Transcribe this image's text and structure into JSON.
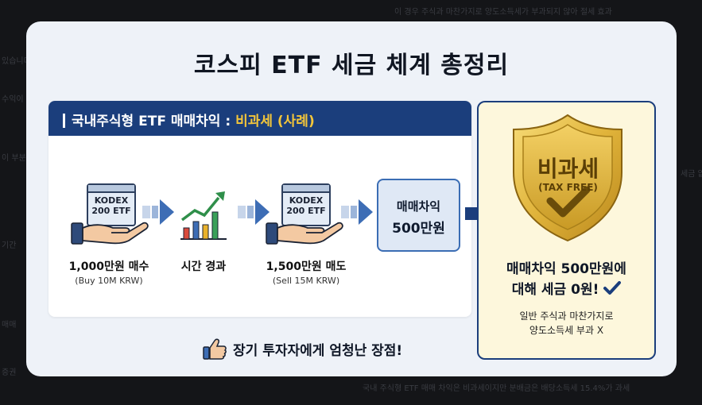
{
  "background": {
    "snippets": [
      "이 경우 주식과 마찬가지로 양도소득세가 부과되지 않아 절세 효과",
      "있습니다",
      "수익이 발생",
      "이 부분",
      "기간",
      "세금 없음",
      "매매",
      "증권",
      "국내 주식형 ETF 매매 차익은 비과세이지만 분배금은 배당소득세 15.4%가 과세"
    ]
  },
  "card": {
    "title": "코스피 ETF 세금 체계 총정리",
    "left_panel": {
      "header_prefix": "국내주식형 ETF 매매차익 : ",
      "header_highlight": "비과세 (사례)",
      "steps": [
        {
          "doc_line1": "KODEX",
          "doc_line2": "200 ETF",
          "label": "1,000만원 매수",
          "sub": "(Buy 10M KRW)",
          "icon": "hand-holding-etf-icon"
        },
        {
          "label": "시간 경과",
          "icon": "growth-chart-icon"
        },
        {
          "doc_line1": "KODEX",
          "doc_line2": "200 ETF",
          "label": "1,500만원 매도",
          "sub": "(Sell 15M KRW)",
          "icon": "hand-holding-etf-icon"
        }
      ],
      "profit_line1": "매매차익",
      "profit_line2": "500만원"
    },
    "right_panel": {
      "shield_main": "비과세",
      "shield_sub": "(TAX FREE)",
      "result_line1": "매매차익 500만원에",
      "result_line2": "대해 세금 0원!",
      "note_line1": "일반 주식과 마찬가지로",
      "note_line2": "양도소득세 부과 X"
    },
    "bottom_text": "장기 투자자에게 엄청난 장점!"
  },
  "colors": {
    "navy": "#1b3e7c",
    "accent_blue": "#3d6db5",
    "highlight_yellow": "#f4c63a",
    "shield_gold": "#d9a92c",
    "card_bg": "#eef2f8"
  }
}
